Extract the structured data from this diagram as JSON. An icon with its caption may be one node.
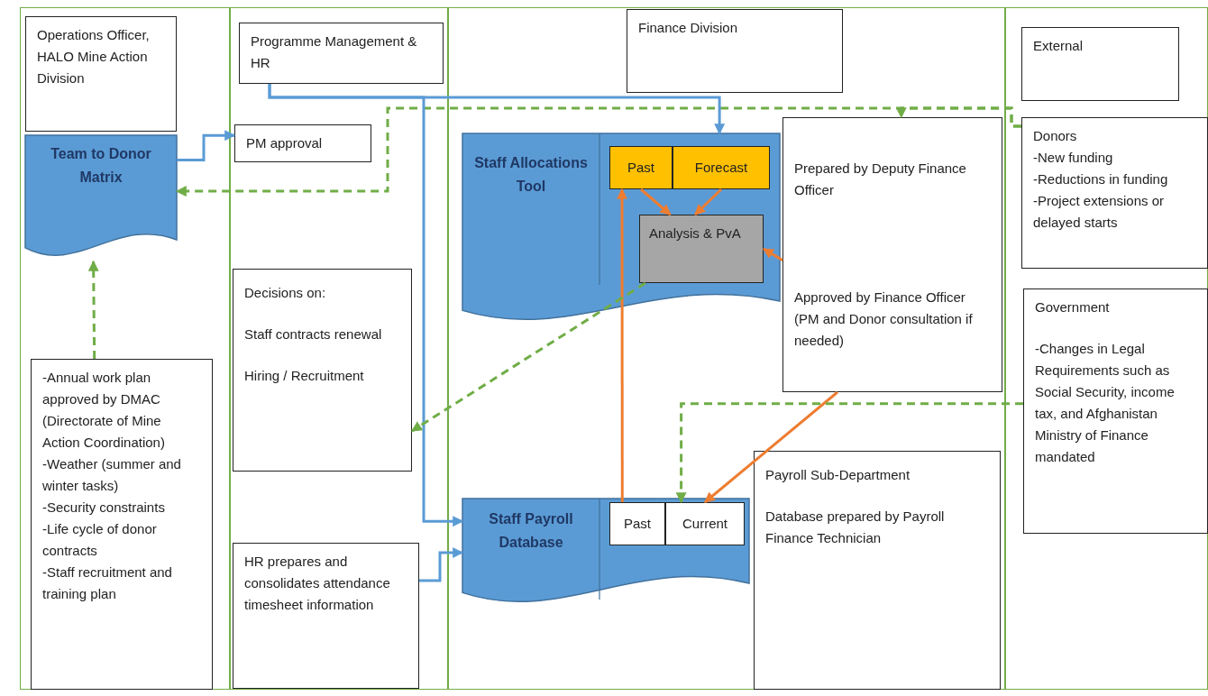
{
  "diagram": {
    "nodes": [
      {
        "text": [
          "Operations Officer, HALO Mine Action Division"
        ]
      },
      {
        "text": [
          "Team to Donor Matrix"
        ]
      },
      {
        "text": [
          "-Annual work plan approved by DMAC (Directorate of Mine Action Coordination)",
          "-Weather (summer and winter tasks)",
          "-Security constraints",
          "-Life cycle of donor contracts",
          "-Staff recruitment and training plan"
        ]
      },
      {
        "text": [
          "Programme Management & HR"
        ]
      },
      {
        "text": [
          "PM approval"
        ]
      },
      {
        "text": [
          "Decisions on:",
          "Staff contracts renewal",
          "Hiring / Recruitment"
        ]
      },
      {
        "text": [
          "HR prepares and consolidates attendance timesheet information"
        ]
      },
      {
        "text": [
          "Finance Division"
        ]
      },
      {
        "text": [
          "Staff Allocations Tool"
        ]
      },
      {
        "text": [
          "Past"
        ],
        "in": 8
      },
      {
        "text": [
          "Forecast"
        ],
        "in": 8
      },
      {
        "text": [
          "Analysis & PvA"
        ],
        "in": 8
      },
      {
        "text": [
          "Prepared by Deputy Finance Officer",
          "Approved by Finance Officer (PM and Donor consultation if needed)"
        ]
      },
      {
        "text": [
          "Staff Payroll Database"
        ]
      },
      {
        "text": [
          "Past"
        ],
        "in": 13
      },
      {
        "text": [
          "Current"
        ],
        "in": 13
      },
      {
        "text": [
          "Payroll Sub-Department",
          "Database prepared by Payroll Finance Technician"
        ]
      },
      {
        "text": [
          "External"
        ]
      },
      {
        "text": [
          "Donors",
          "-New funding",
          "-Reductions in funding",
          "-Project extensions or delayed starts"
        ]
      },
      {
        "text": [
          "Government",
          "-Changes in Legal Requirements such as Social Security, income tax, and Afghanistan Ministry of Finance mandated"
        ]
      }
    ],
    "edges": [
      {
        "from": 1,
        "to": 4,
        "arrow": "to",
        "color": "#5b9bd5"
      },
      {
        "from": 18,
        "to": 1,
        "arrow": "to",
        "style": "dashed",
        "color": "#70ad47"
      },
      {
        "from": 18,
        "to": 12,
        "arrow": "to",
        "style": "dashed",
        "color": "#70ad47"
      },
      {
        "from": 2,
        "to": 1,
        "arrow": "to",
        "style": "dashed",
        "color": "#70ad47"
      },
      {
        "from": 3,
        "to": 8,
        "arrow": "to",
        "color": "#5b9bd5"
      },
      {
        "from": 3,
        "to": 13,
        "arrow": "to",
        "color": "#5b9bd5"
      },
      {
        "from": 6,
        "to": 13,
        "arrow": "to",
        "color": "#5b9bd5"
      },
      {
        "from": 9,
        "to": 11,
        "arrow": "to",
        "color": "#ed7d31"
      },
      {
        "from": 10,
        "to": 11,
        "arrow": "to",
        "color": "#ed7d31"
      },
      {
        "from": 12,
        "to": 11,
        "arrow": "to",
        "color": "#ed7d31"
      },
      {
        "from": 14,
        "to": 9,
        "arrow": "to",
        "color": "#ed7d31"
      },
      {
        "from": 12,
        "to": 15,
        "arrow": "to",
        "color": "#ed7d31"
      },
      {
        "from": 11,
        "to": 5,
        "arrow": "to",
        "style": "dashed",
        "color": "#70ad47"
      },
      {
        "from": 19,
        "to": 15,
        "arrow": "to",
        "style": "dashed",
        "color": "#70ad47"
      }
    ]
  }
}
